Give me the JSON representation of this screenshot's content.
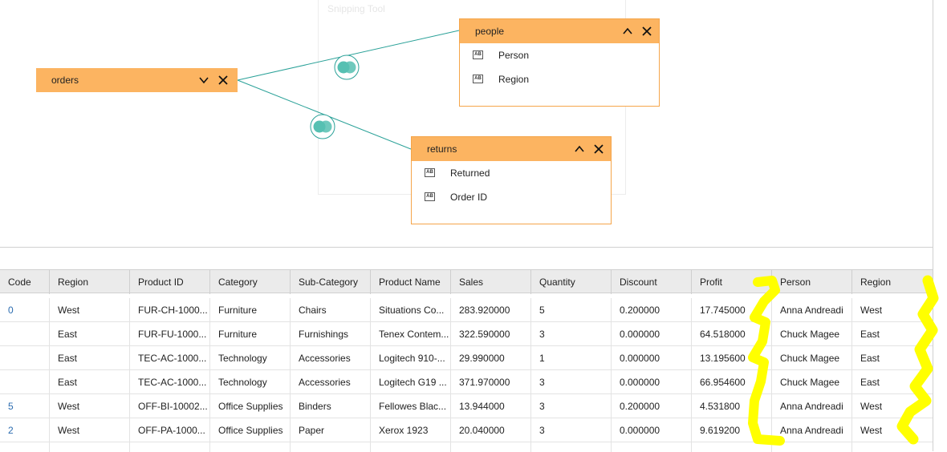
{
  "background_window": {
    "title": "Snipping Tool"
  },
  "tables": {
    "orders": {
      "name": "orders"
    },
    "people": {
      "name": "people",
      "fields": [
        "Person",
        "Region"
      ]
    },
    "returns": {
      "name": "returns",
      "fields": [
        "Returned",
        "Order ID"
      ]
    }
  },
  "icons": {
    "collapse": "chevron-down-icon",
    "expand": "chevron-up-icon",
    "remove": "close-icon",
    "join": "inner-join-icon",
    "field_type": "AB"
  },
  "colors": {
    "table_header": "#fcb461",
    "table_border": "#f5a54a",
    "join_line": "#2aa198",
    "join_icon": "#56c0b2",
    "highlight_marker": "#ffff00",
    "link_text": "#2b6cb0"
  },
  "grid": {
    "columns": [
      "Code",
      "Region",
      "Product ID",
      "Category",
      "Sub-Category",
      "Product Name",
      "Sales",
      "Quantity",
      "Discount",
      "Profit",
      "Person",
      "Region"
    ],
    "rows": [
      [
        "0",
        "West",
        "FUR-CH-1000...",
        "Furniture",
        "Chairs",
        "Situations Co...",
        "283.920000",
        "5",
        "0.200000",
        "17.745000",
        "Anna Andreadi",
        "West"
      ],
      [
        "",
        "East",
        "FUR-FU-1000...",
        "Furniture",
        "Furnishings",
        "Tenex Contem...",
        "322.590000",
        "3",
        "0.000000",
        "64.518000",
        "Chuck Magee",
        "East"
      ],
      [
        "",
        "East",
        "TEC-AC-1000...",
        "Technology",
        "Accessories",
        "Logitech 910-...",
        "29.990000",
        "1",
        "0.000000",
        "13.195600",
        "Chuck Magee",
        "East"
      ],
      [
        "",
        "East",
        "TEC-AC-1000...",
        "Technology",
        "Accessories",
        "Logitech G19 ...",
        "371.970000",
        "3",
        "0.000000",
        "66.954600",
        "Chuck Magee",
        "East"
      ],
      [
        "5",
        "West",
        "OFF-BI-10002...",
        "Office Supplies",
        "Binders",
        "Fellowes Blac...",
        "13.944000",
        "3",
        "0.200000",
        "4.531800",
        "Anna Andreadi",
        "West"
      ],
      [
        "2",
        "West",
        "OFF-PA-1000...",
        "Office Supplies",
        "Paper",
        "Xerox 1923",
        "20.040000",
        "3",
        "0.000000",
        "9.619200",
        "Anna Andreadi",
        "West"
      ]
    ]
  }
}
